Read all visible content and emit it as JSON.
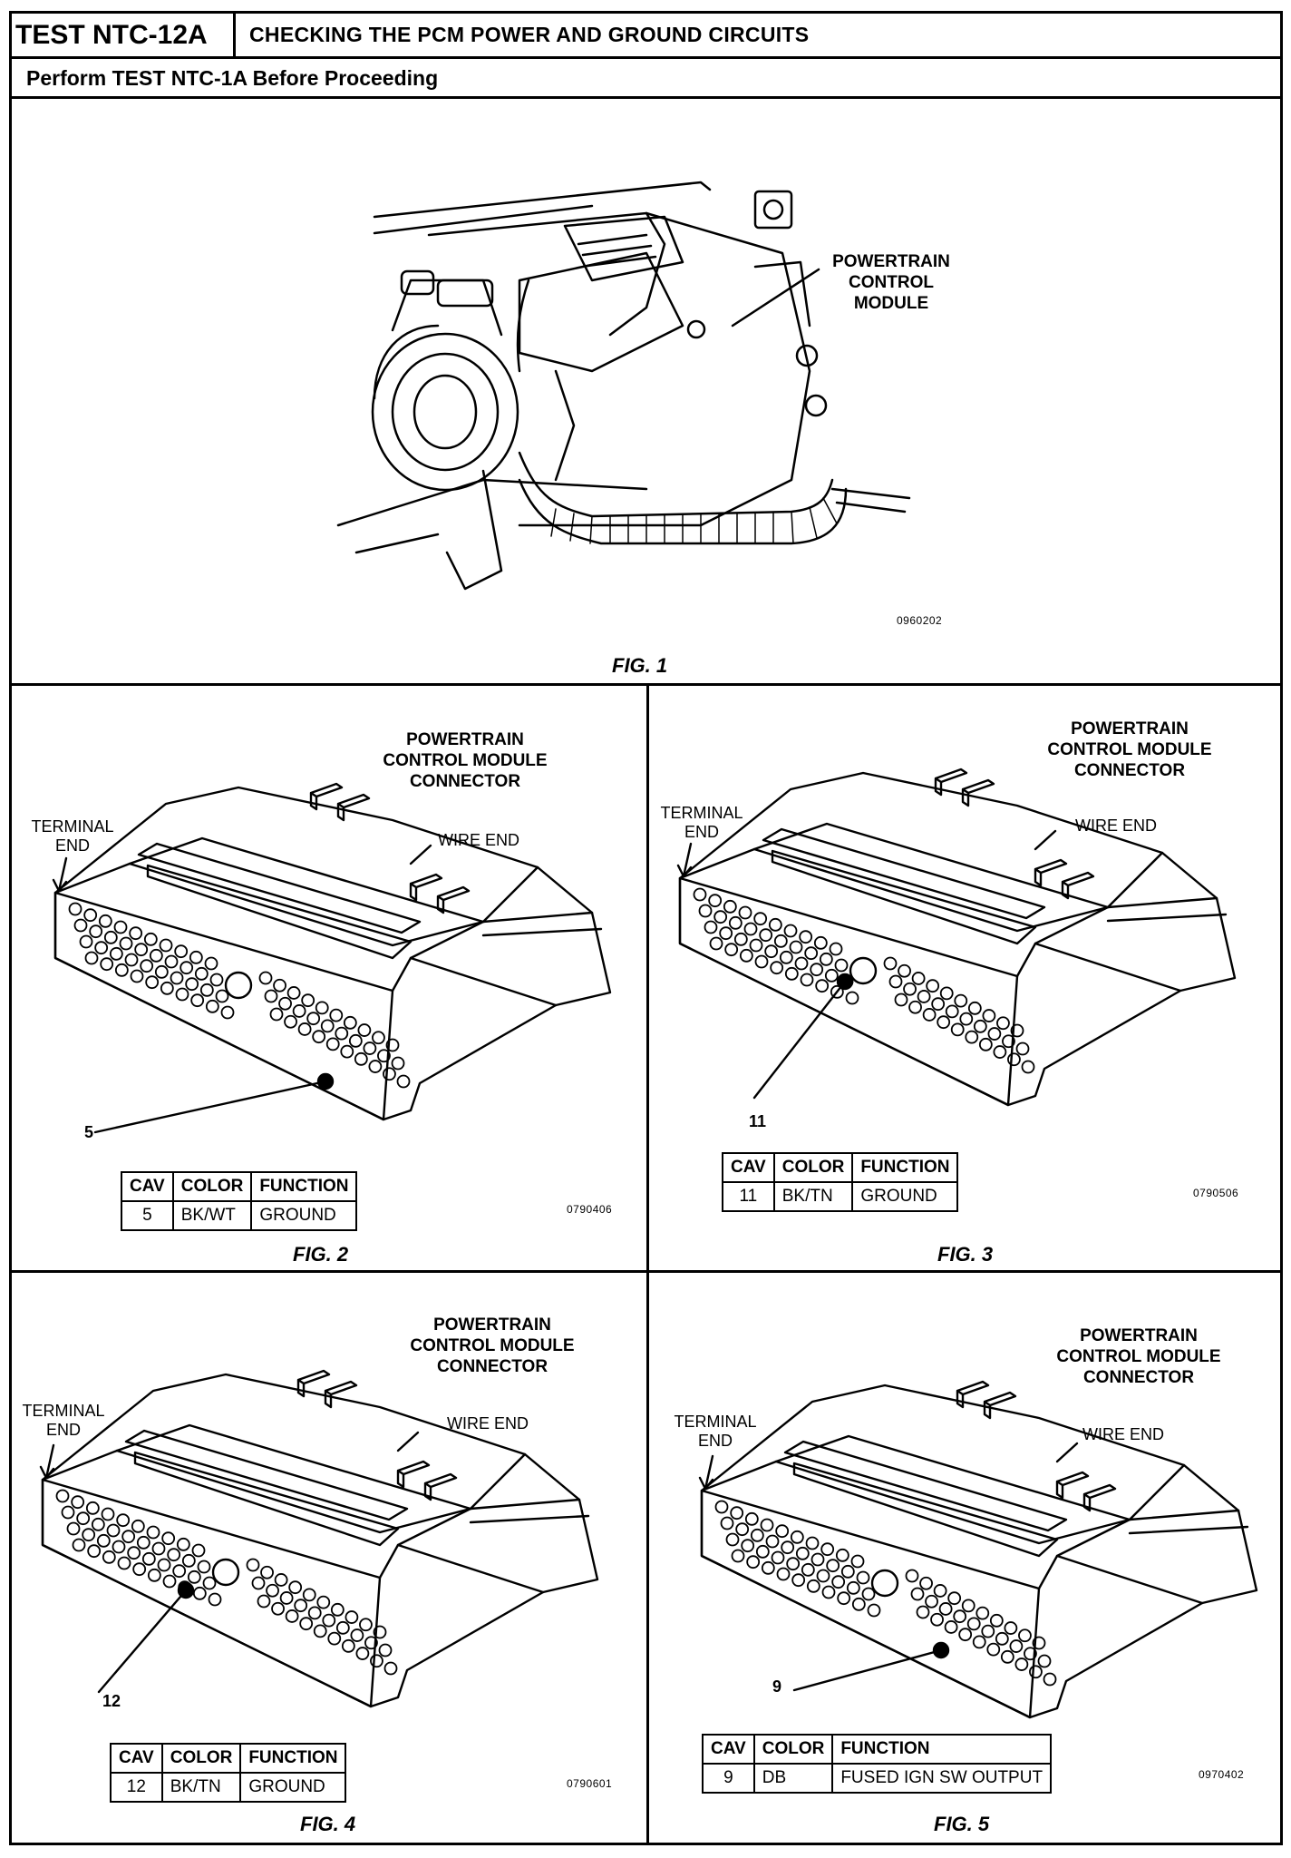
{
  "header": {
    "test_id": "TEST NTC-12A",
    "title": "CHECKING THE PCM POWER AND GROUND CIRCUITS",
    "prerequisite": "Perform TEST NTC-1A Before Proceeding"
  },
  "fig1": {
    "caption": "FIG. 1",
    "label_line1": "POWERTRAIN",
    "label_line2": "CONTROL",
    "label_line3": "MODULE",
    "code": "0960202"
  },
  "figures": [
    {
      "caption": "FIG. 2",
      "label_line1": "POWERTRAIN",
      "label_line2": "CONTROL MODULE",
      "label_line3": "CONNECTOR",
      "terminal_line1": "TERMINAL",
      "terminal_line2": "END",
      "wire_end": "WIRE  END",
      "pin": "5",
      "code": "0790406",
      "table": {
        "headers": [
          "CAV",
          "COLOR",
          "FUNCTION"
        ],
        "row": [
          "5",
          "BK/WT",
          "GROUND"
        ]
      }
    },
    {
      "caption": "FIG. 3",
      "label_line1": "POWERTRAIN",
      "label_line2": "CONTROL MODULE",
      "label_line3": "CONNECTOR",
      "terminal_line1": "TERMINAL",
      "terminal_line2": "END",
      "wire_end": "WIRE  END",
      "pin": "11",
      "code": "0790506",
      "table": {
        "headers": [
          "CAV",
          "COLOR",
          "FUNCTION"
        ],
        "row": [
          "11",
          "BK/TN",
          "GROUND"
        ]
      }
    },
    {
      "caption": "FIG. 4",
      "label_line1": "POWERTRAIN",
      "label_line2": "CONTROL MODULE",
      "label_line3": "CONNECTOR",
      "terminal_line1": "TERMINAL",
      "terminal_line2": "END",
      "wire_end": "WIRE  END",
      "pin": "12",
      "code": "0790601",
      "table": {
        "headers": [
          "CAV",
          "COLOR",
          "FUNCTION"
        ],
        "row": [
          "12",
          "BK/TN",
          "GROUND"
        ]
      }
    },
    {
      "caption": "FIG. 5",
      "label_line1": "POWERTRAIN",
      "label_line2": "CONTROL MODULE",
      "label_line3": "CONNECTOR",
      "terminal_line1": "TERMINAL",
      "terminal_line2": "END",
      "wire_end": "WIRE  END",
      "pin": "9",
      "code": "0970402",
      "table": {
        "headers": [
          "CAV",
          "COLOR",
          "FUNCTION"
        ],
        "row": [
          "9",
          "DB",
          "FUSED IGN SW OUTPUT"
        ]
      }
    }
  ]
}
